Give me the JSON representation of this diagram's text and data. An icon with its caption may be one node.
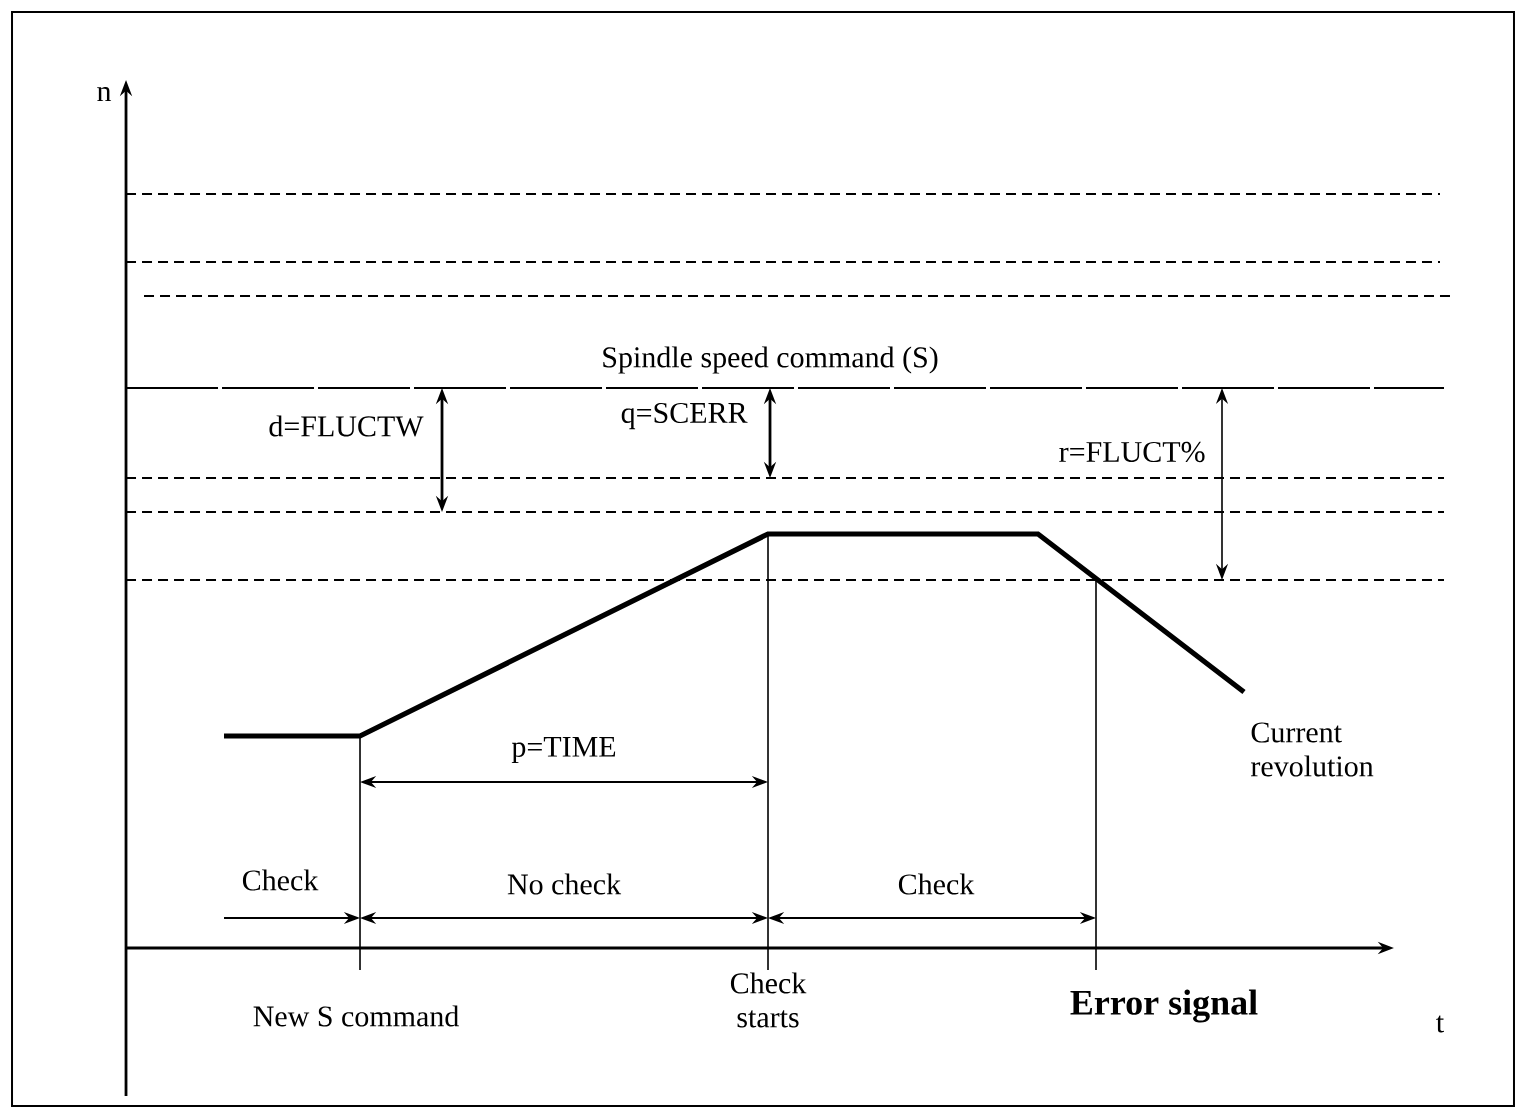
{
  "diagram": {
    "labels": [
      "n",
      "Spindle speed command (S)",
      "d=FLUCTW",
      "q=SCERR",
      "r=FLUCT%",
      "p=TIME",
      "Current revolution",
      "Check",
      "No check",
      "Check",
      "New S command",
      "Check starts",
      "Error signal",
      "t"
    ]
  }
}
